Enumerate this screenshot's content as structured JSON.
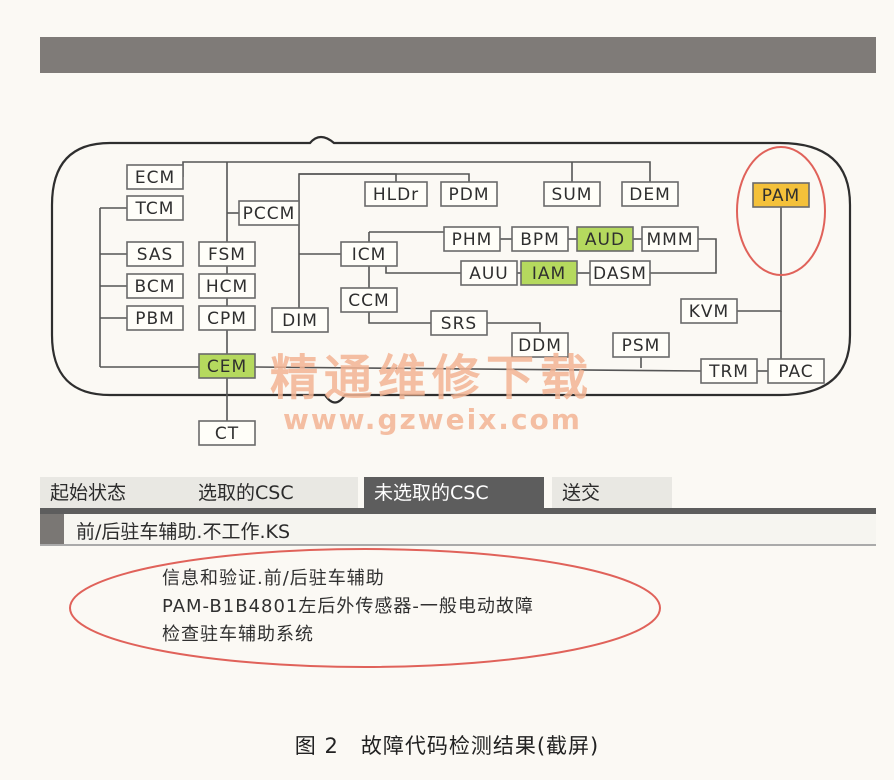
{
  "diagram": {
    "modules": [
      {
        "id": "ECM",
        "label": "ECM",
        "highlight": null
      },
      {
        "id": "TCM",
        "label": "TCM",
        "highlight": null
      },
      {
        "id": "SAS",
        "label": "SAS",
        "highlight": null
      },
      {
        "id": "BCM",
        "label": "BCM",
        "highlight": null
      },
      {
        "id": "PBM",
        "label": "PBM",
        "highlight": null
      },
      {
        "id": "FSM",
        "label": "FSM",
        "highlight": null
      },
      {
        "id": "HCM",
        "label": "HCM",
        "highlight": null
      },
      {
        "id": "CPM",
        "label": "CPM",
        "highlight": null
      },
      {
        "id": "CEM",
        "label": "CEM",
        "highlight": "#b5d95e"
      },
      {
        "id": "CT",
        "label": "CT",
        "highlight": null
      },
      {
        "id": "PCCM",
        "label": "PCCM",
        "highlight": null
      },
      {
        "id": "DIM",
        "label": "DIM",
        "highlight": null
      },
      {
        "id": "HLDr",
        "label": "HLDr",
        "highlight": null
      },
      {
        "id": "PDM",
        "label": "PDM",
        "highlight": null
      },
      {
        "id": "SUM",
        "label": "SUM",
        "highlight": null
      },
      {
        "id": "DEM",
        "label": "DEM",
        "highlight": null
      },
      {
        "id": "ICM",
        "label": "ICM",
        "highlight": null
      },
      {
        "id": "PHM",
        "label": "PHM",
        "highlight": null
      },
      {
        "id": "BPM",
        "label": "BPM",
        "highlight": null
      },
      {
        "id": "AUD",
        "label": "AUD",
        "highlight": "#b5d95e"
      },
      {
        "id": "MMM",
        "label": "MMM",
        "highlight": null
      },
      {
        "id": "AUU",
        "label": "AUU",
        "highlight": null
      },
      {
        "id": "IAM",
        "label": "IAM",
        "highlight": "#b5d95e"
      },
      {
        "id": "DASM",
        "label": "DASM",
        "highlight": null
      },
      {
        "id": "CCM",
        "label": "CCM",
        "highlight": null
      },
      {
        "id": "SRS",
        "label": "SRS",
        "highlight": null
      },
      {
        "id": "DDM",
        "label": "DDM",
        "highlight": null
      },
      {
        "id": "PSM",
        "label": "PSM",
        "highlight": null
      },
      {
        "id": "PAM",
        "label": "PAM",
        "highlight": "#f4c13a"
      },
      {
        "id": "KVM",
        "label": "KVM",
        "highlight": null
      },
      {
        "id": "TRM",
        "label": "TRM",
        "highlight": null
      },
      {
        "id": "PAC",
        "label": "PAC",
        "highlight": null
      }
    ],
    "annotation_color": "#e0625a"
  },
  "watermark": {
    "text": "精通维修下载",
    "url": "www.gzweix.com"
  },
  "tabs": [
    {
      "label": "起始状态",
      "active": false
    },
    {
      "label": "选取的CSC",
      "active": false
    },
    {
      "label": "未选取的CSC",
      "active": true
    },
    {
      "label": "送交",
      "active": false
    }
  ],
  "status": {
    "text": "前/后驻车辅助.不工作.KS"
  },
  "dtc_lines": [
    "信息和验证.前/后驻车辅助",
    "PAM-B1B4801左后外传感器-一般电动故障",
    "检查驻车辅助系统"
  ],
  "caption": "图 2　故障代码检测结果(截屏)"
}
